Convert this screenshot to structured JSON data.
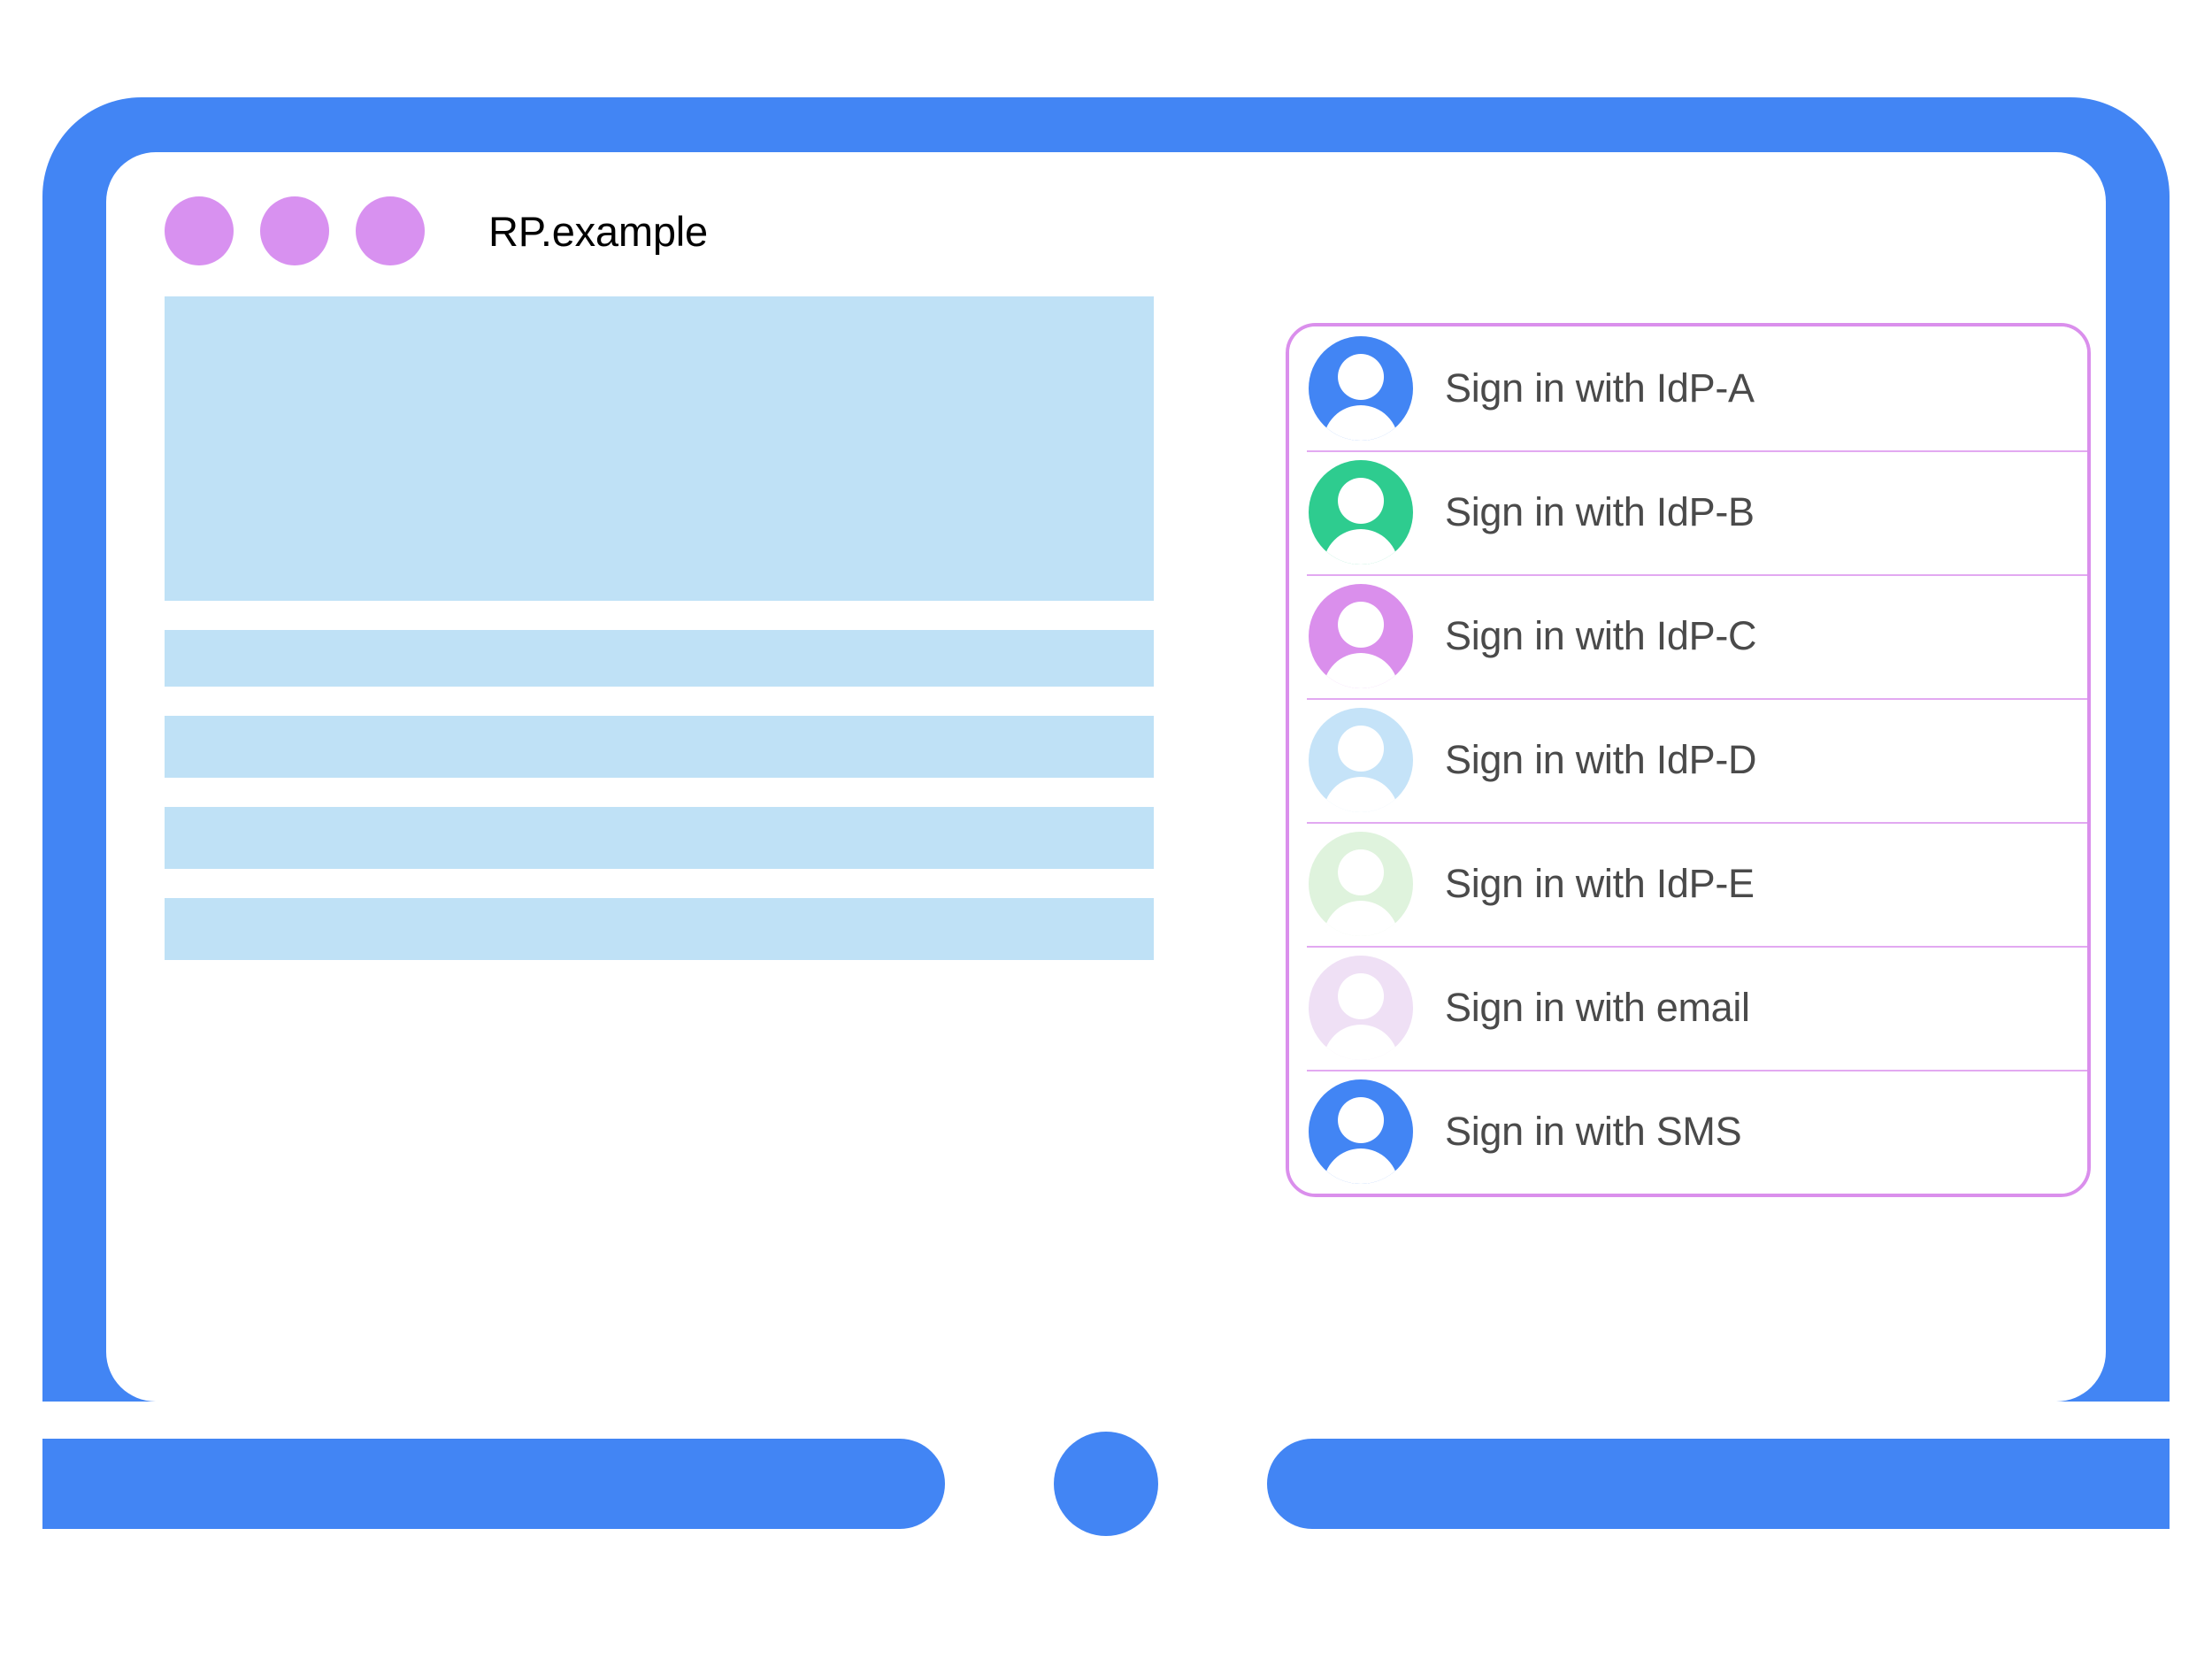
{
  "browser": {
    "title": "RP.example",
    "window_dots": [
      "dot-1",
      "dot-2",
      "dot-3"
    ],
    "window_dot_color": "#D891F0"
  },
  "theme": {
    "frame_color": "#4285F4",
    "screen_background": "#FFFFFF",
    "placeholder_color": "#BFE1F6",
    "card_border_color": "#DA8FEC",
    "divider_color": "#E2A9F1",
    "label_color": "#4A4A4A",
    "title_color": "#000000"
  },
  "content_placeholders": [
    {
      "name": "hero-block",
      "kind": "hero"
    },
    {
      "name": "text-bar-1",
      "kind": "bar"
    },
    {
      "name": "text-bar-2",
      "kind": "bar"
    },
    {
      "name": "text-bar-3",
      "kind": "bar"
    },
    {
      "name": "text-bar-4",
      "kind": "bar"
    }
  ],
  "account_chooser": {
    "accounts": [
      {
        "label": "Sign in with IdP-A",
        "icon": "avatar-icon",
        "color": "#4285F4"
      },
      {
        "label": "Sign in with IdP-B",
        "icon": "avatar-icon",
        "color": "#2ECC8F"
      },
      {
        "label": "Sign in with IdP-C",
        "icon": "avatar-icon",
        "color": "#DA8FEC"
      },
      {
        "label": "Sign in with IdP-D",
        "icon": "avatar-icon",
        "color": "#C5E3F8"
      },
      {
        "label": "Sign in with IdP-E",
        "icon": "avatar-icon",
        "color": "#DFF3DD"
      },
      {
        "label": "Sign in with email",
        "icon": "avatar-icon",
        "color": "#EFE0F5"
      },
      {
        "label": "Sign in with SMS",
        "icon": "avatar-icon",
        "color": "#4285F4"
      }
    ]
  },
  "device": {
    "home_button": "home-button"
  }
}
